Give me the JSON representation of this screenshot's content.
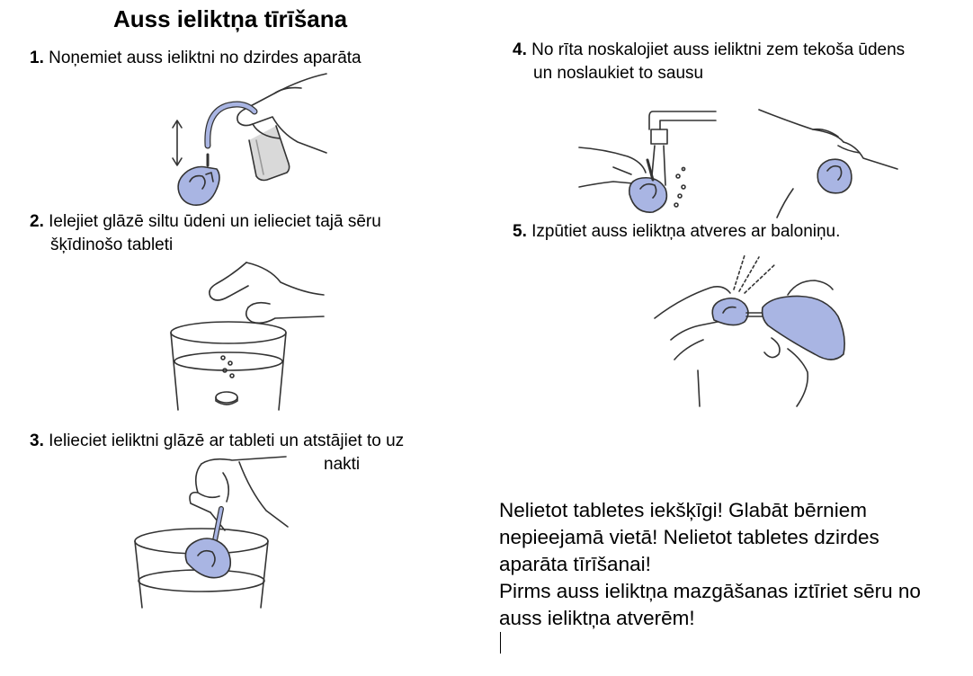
{
  "title": "Auss ieliktņa tīrīšana",
  "steps": [
    {
      "number": "1.",
      "text_line1": "Noņemiet auss ieliktni no dzirdes aparāta",
      "text_line2": ""
    },
    {
      "number": "2.",
      "text_line1": "Ielejiet glāzē siltu ūdeni un ielieciet tajā sēru",
      "text_line2": "šķīdinošo tableti"
    },
    {
      "number": "3.",
      "text_line1": "Ielieciet ieliktni glāzē ar tableti un atstājiet to uz",
      "text_line2": "nakti"
    },
    {
      "number": "4.",
      "text_line1": "No rīta noskalojiet auss ieliktni zem tekoša ūdens",
      "text_line2": "un noslaukiet to sausu"
    },
    {
      "number": "5.",
      "text_line1": "Izpūtiet auss ieliktņa atveres ar baloniņu.",
      "text_line2": ""
    }
  ],
  "warning": {
    "line1": "Nelietot tabletes iekšķīgi! Glabāt bērniem",
    "line2": "nepieejamā vietā! Nelietot tabletes dzirdes",
    "line3": "aparāta tīrīšanai!",
    "line4": "Pirms auss ieliktņa mazgāšanas iztīriet sēru no",
    "line5": "auss ieliktņa atverēm!"
  },
  "colors": {
    "earmold_blue": "#a9b5e3",
    "line_gray": "#333333",
    "text": "#000000"
  },
  "icons": [
    "hand-remove-earmold-illustration",
    "tablet-glass-illustration",
    "earmold-in-glass-illustration",
    "rinse-dry-illustration",
    "bulb-blower-illustration",
    "up-down-arrow-icon"
  ]
}
